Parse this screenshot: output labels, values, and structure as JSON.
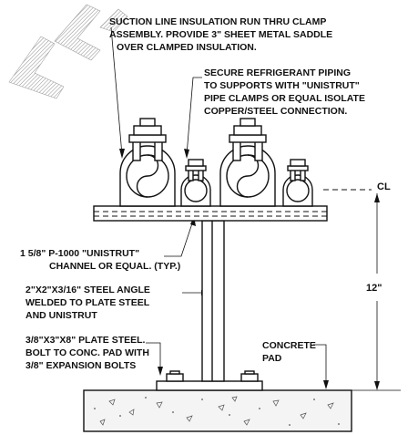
{
  "notes": {
    "suction_line": [
      "SUCTION LINE INSULATION RUN THRU CLAMP",
      "ASSEMBLY. PROVIDE 3\" SHEET METAL SADDLE",
      "OVER CLAMPED INSULATION."
    ],
    "secure_piping": [
      "SECURE REFRIGERANT PIPING",
      "TO SUPPORTS WITH \"UNISTRUT\"",
      "PIPE CLAMPS OR EQUAL ISOLATE",
      "COPPER/STEEL CONNECTION."
    ],
    "unistrut": [
      "1 5/8\" P-1000 \"UNISTRUT\"",
      "CHANNEL OR EQUAL. (TYP.)"
    ],
    "steel_angle": [
      "2\"X2\"X3/16\" STEEL ANGLE",
      "WELDED TO PLATE STEEL",
      "AND UNISTRUT"
    ],
    "plate_steel": [
      "3/8\"X3\"X8\" PLATE STEEL.",
      "BOLT TO CONC. PAD WITH",
      "3/8\" EXPANSION BOLTS"
    ],
    "concrete_pad": [
      "CONCRETE",
      "PAD"
    ]
  },
  "dimensions": {
    "height": "12\"",
    "centerline_symbol": "CL"
  }
}
